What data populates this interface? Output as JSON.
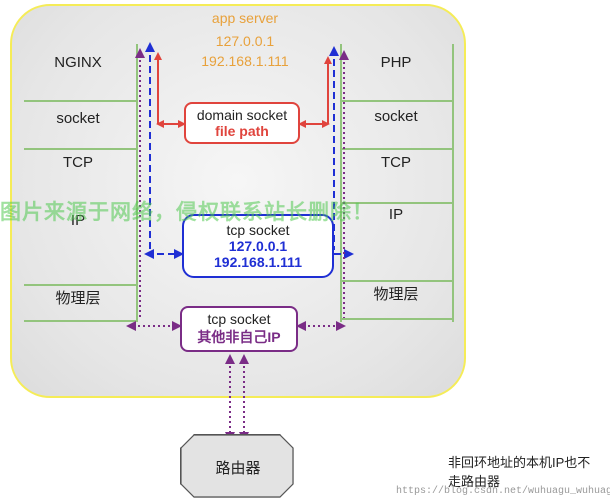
{
  "server": {
    "title": "app server",
    "loopback": "127.0.0.1",
    "lan_ip": "192.168.1.111"
  },
  "left_stack": {
    "rows": [
      "NGINX",
      "socket",
      "TCP",
      "IP",
      "物理层"
    ]
  },
  "right_stack": {
    "rows": [
      "PHP",
      "socket",
      "TCP",
      "IP",
      "物理层"
    ]
  },
  "domain_socket": {
    "line1": "domain socket",
    "line2": "file path"
  },
  "tcp_socket_local": {
    "line1": "tcp socket",
    "line2": "127.0.0.1",
    "line3": "192.168.1.111"
  },
  "tcp_socket_remote": {
    "line1": "tcp socket",
    "line2": "其他非自己IP"
  },
  "router": {
    "label": "路由器"
  },
  "watermark": "图片来源于网络，侵权联系站长删除！",
  "note": {
    "line1": "非回环地址的本机IP也不",
    "line2": "走路由器"
  },
  "url": "https://blog.csdn.net/wuhuagu_wuhuaguo",
  "colors": {
    "red": "#e0443d",
    "blue": "#1f2fd4",
    "purple": "#7a2c86",
    "green": "#93c47d",
    "yellow": "#f5ec57",
    "orange": "#e8a13b"
  }
}
